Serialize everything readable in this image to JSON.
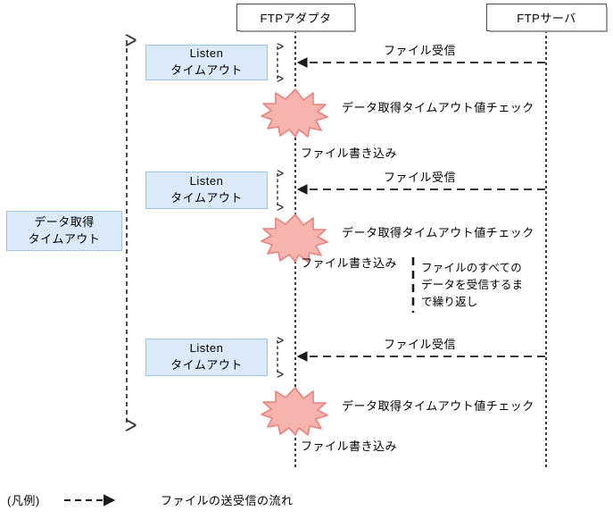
{
  "diagram": {
    "title_actors": [
      {
        "name": "ftp-adapter",
        "label": "FTPアダプタ"
      },
      {
        "name": "ftp-server",
        "label": "FTPサーバ"
      }
    ],
    "left_span_label": {
      "line1": "データ取得",
      "line2": "タイムアウト"
    },
    "listen_boxes": [
      {
        "line1": "Listen",
        "line2": "タイムアウト"
      },
      {
        "line1": "Listen",
        "line2": "タイムアウト"
      },
      {
        "line1": "Listen",
        "line2": "タイムアウト"
      }
    ],
    "messages": [
      {
        "label": "ファイル受信",
        "direction": "server-to-adapter"
      },
      {
        "label": "ファイル受信",
        "direction": "server-to-adapter"
      },
      {
        "label": "ファイル受信",
        "direction": "server-to-adapter"
      }
    ],
    "checks": [
      {
        "label": "データ取得タイムアウト値チェック"
      },
      {
        "label": "データ取得タイムアウト値チェック"
      },
      {
        "label": "データ取得タイムアウト値チェック"
      }
    ],
    "writes": [
      {
        "label": "ファイル書き込み"
      },
      {
        "label": "ファイル書き込み"
      },
      {
        "label": "ファイル書き込み"
      }
    ],
    "repeat_note": "ファイルのすべての\nデータを受信するま\nで繰り返し",
    "legend": {
      "title": "(凡例)",
      "arrow_icon": "dashed-arrow-icon",
      "description": "ファイルの送受信の流れ"
    },
    "colors": {
      "note_fill": "#dbeafb",
      "note_border": "#9dc3e6",
      "burst_fill": "#f7b3ae",
      "burst_border": "#e8827c",
      "line": "#1a1a1a",
      "actor_border": "#4d4d4d"
    }
  }
}
